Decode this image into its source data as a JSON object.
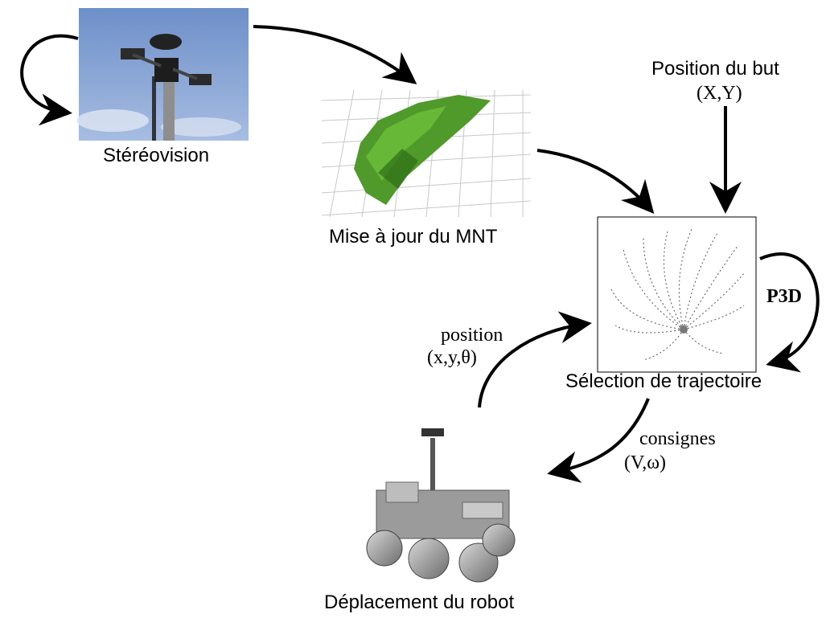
{
  "nodes": {
    "stereo": {
      "label": "Stéréovision"
    },
    "mnt": {
      "label": "Mise à jour du MNT"
    },
    "selection": {
      "label": "Sélection de trajectoire"
    },
    "robot": {
      "label": "Déplacement du robot"
    }
  },
  "inputs": {
    "goal": {
      "title": "Position du but",
      "coords": "(X,Y)"
    },
    "pose": {
      "title": "position",
      "coords": "(x,y,θ)"
    },
    "commands": {
      "title": "consignes",
      "coords": "(V,ω)"
    },
    "planner": {
      "label": "P3D"
    }
  },
  "colors": {
    "sky": "#7c9bd0",
    "terrain": "#4f9a2a",
    "ink": "#000000"
  }
}
